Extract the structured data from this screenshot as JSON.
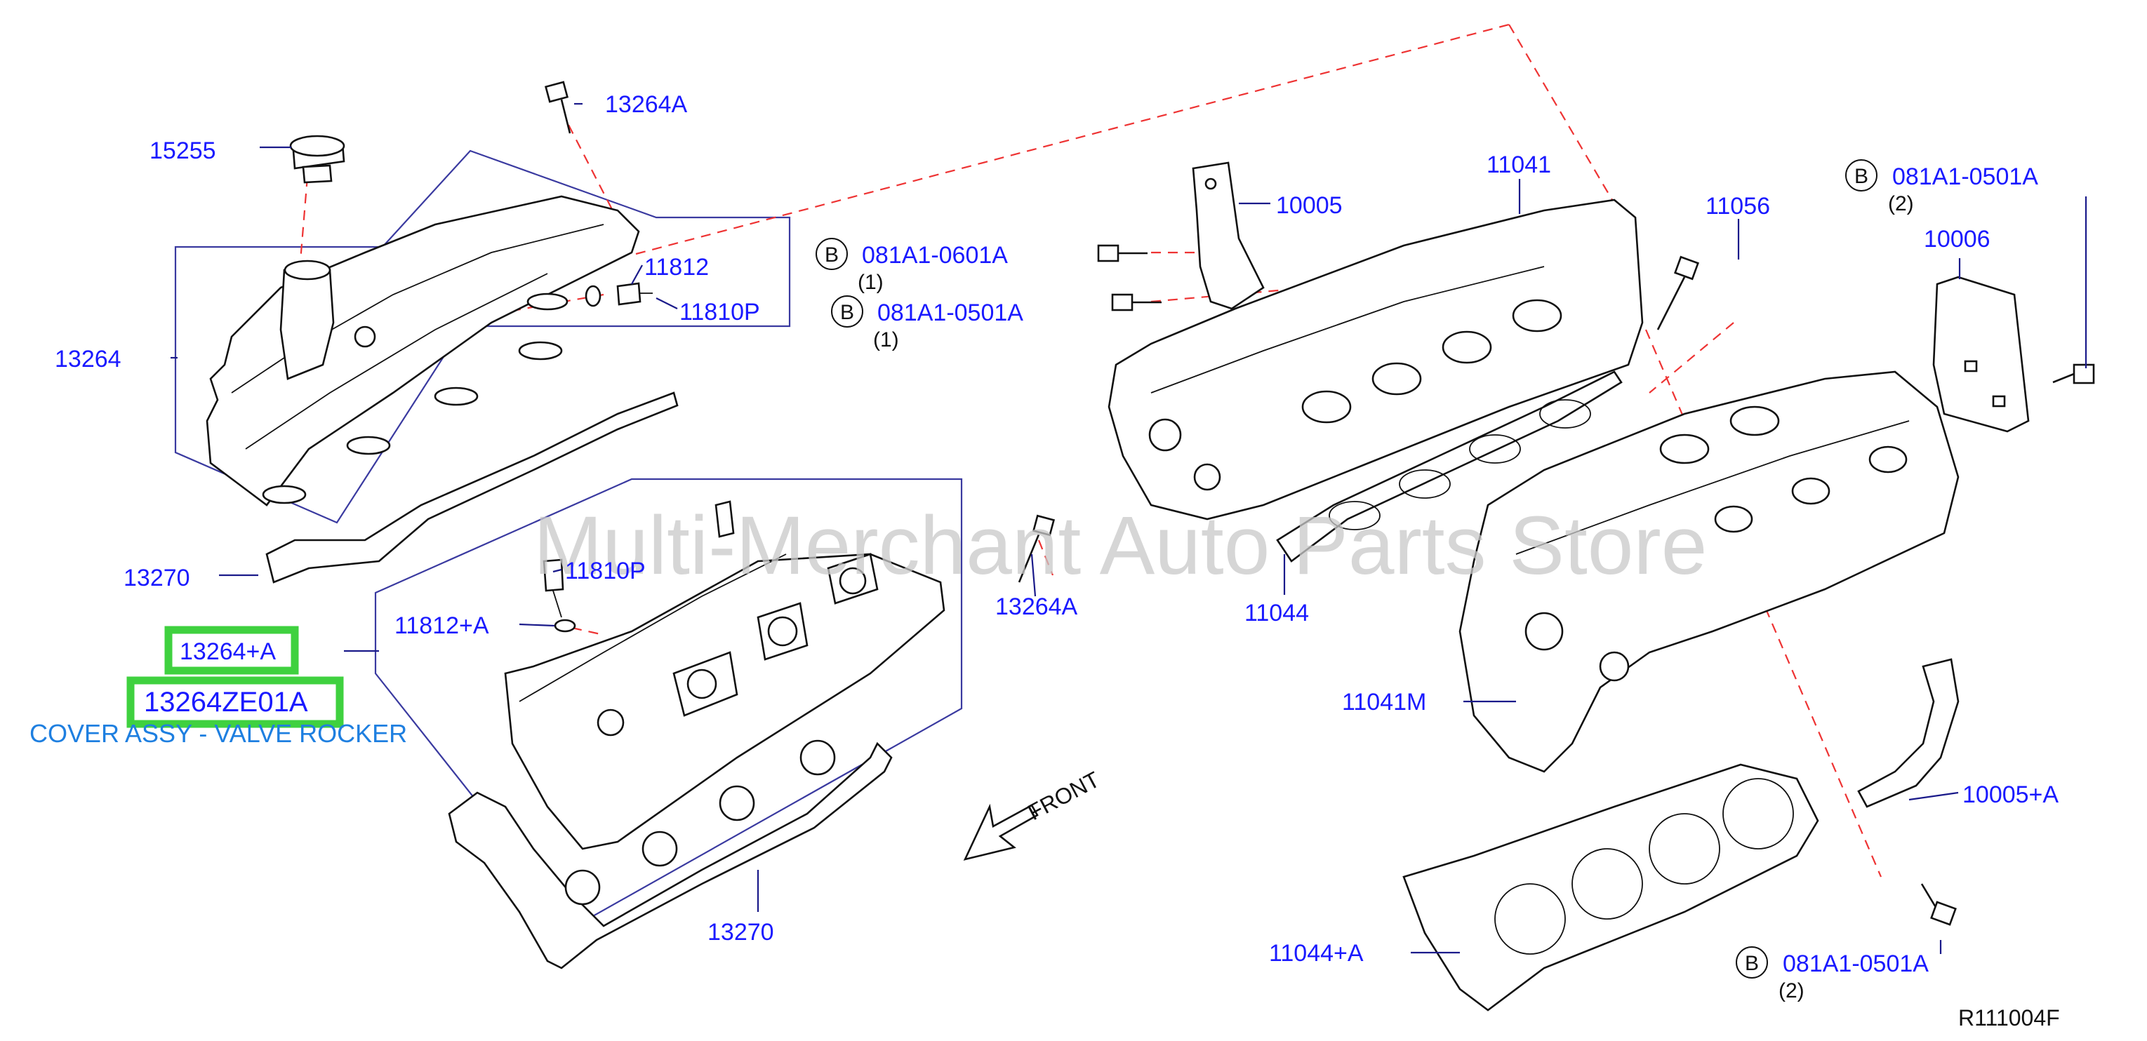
{
  "watermark": "Multi-Merchant Auto Parts Store",
  "diagram_code": "R111004F",
  "front_label": "FRONT",
  "highlight": {
    "part_number": "13264+A",
    "oem_number": "13264ZE01A",
    "description": "COVER ASSY - VALVE ROCKER",
    "highlight_color": "#3fd13f",
    "description_color": "#1e7fe0"
  },
  "labels": {
    "l13264A_top": "13264A",
    "l15255": "15255",
    "l11812": "11812",
    "l11810P_top": "11810P",
    "l13264": "13264",
    "l13270_left": "13270",
    "l11810P_mid": "11810P",
    "l11812A": "11812+A",
    "l13264A_mid": "13264A",
    "l13270_bottom": "13270",
    "l10005": "10005",
    "l11041": "11041",
    "l11044": "11044",
    "l11056": "11056",
    "l10006": "10006",
    "l11041M": "11041M",
    "l10005A": "10005+A",
    "l11044A": "11044+A"
  },
  "bolt_callouts": [
    {
      "letter": "B",
      "part": "081A1-0601A",
      "qty": "(1)"
    },
    {
      "letter": "B",
      "part": "081A1-0501A",
      "qty": "(1)"
    },
    {
      "letter": "B",
      "part": "081A1-0501A",
      "qty": "(2)"
    },
    {
      "letter": "B",
      "part": "081A1-0501A",
      "qty": "(2)"
    }
  ],
  "colors": {
    "label": "#1a1aff",
    "leader_dash": "#e33333",
    "frame": "#3a3aa0"
  }
}
